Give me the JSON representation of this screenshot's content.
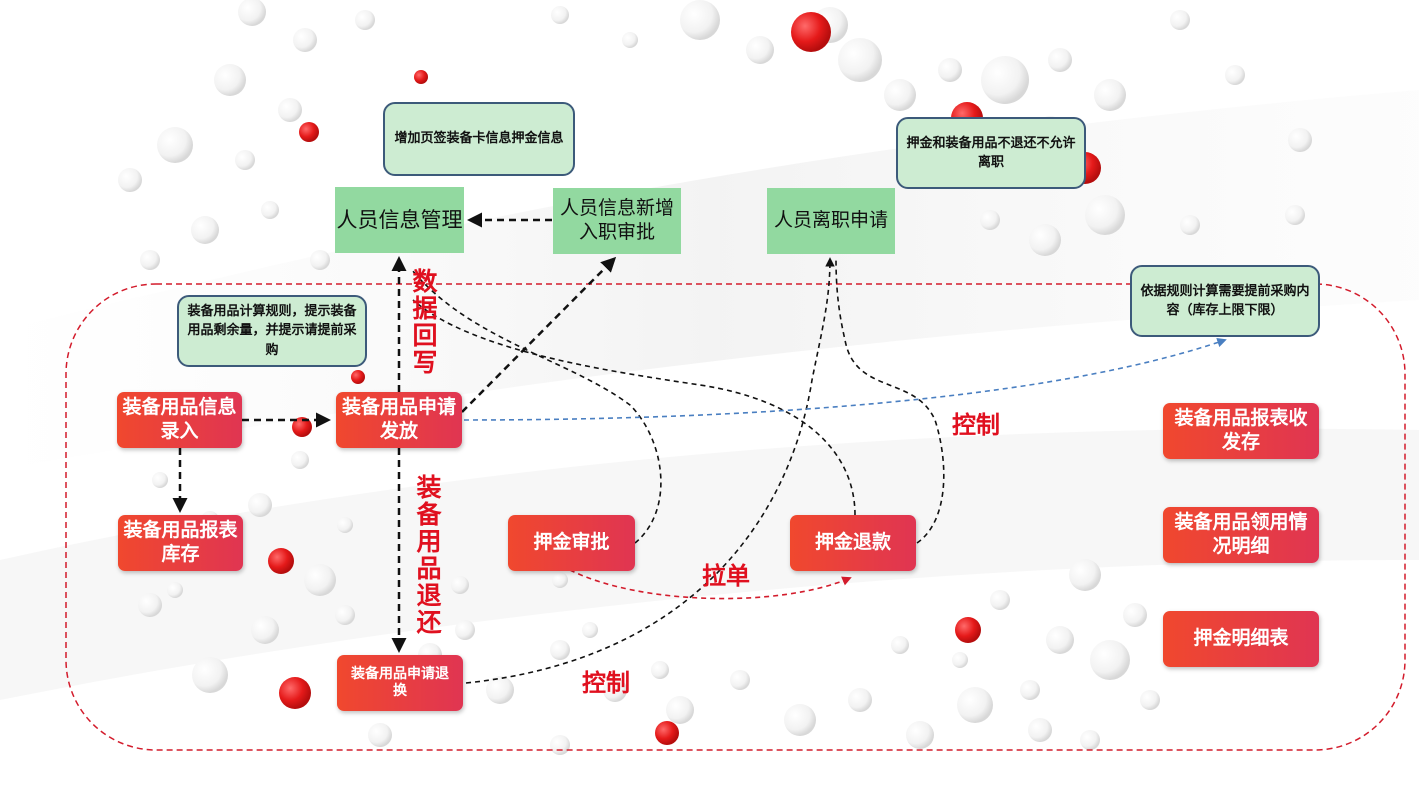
{
  "nodes": {
    "personnel_mgmt": "人员信息管理",
    "new_hire_approval": "人员信息新增入职审批",
    "resignation": "人员离职申请",
    "equip_entry": "装备用品信息录入",
    "equip_issue": "装备用品申请发放",
    "equip_inventory": "装备用品报表库存",
    "deposit_approval": "押金审批",
    "deposit_refund": "押金退款",
    "equip_return": "装备用品申请退换",
    "report_flow": "装备用品报表收发存",
    "report_usage": "装备用品领用情况明细",
    "deposit_detail": "押金明细表"
  },
  "notes": {
    "page_card": "增加页签装备卡信息押金信息",
    "calc_rule": "装备用品计算规则，提示装备用品剩余量，并提示请提前采购",
    "no_resign": "押金和装备用品不退还不允许离职",
    "purchase": "依据规则计算需要提前采购内容（库存上限下限）"
  },
  "labels": {
    "writeback": "数据回写",
    "equip_return_flow": "装备用品退还",
    "pull_order": "拉单",
    "control_1": "控制",
    "control_2": "控制"
  },
  "colors": {
    "accent_red": "#e0101f",
    "node_green": "#92d9a0",
    "note_green": "#cdecd2",
    "note_border": "#3c5a7a",
    "dashed_blue": "#4a7fc1",
    "region_border": "#d31c2c"
  }
}
